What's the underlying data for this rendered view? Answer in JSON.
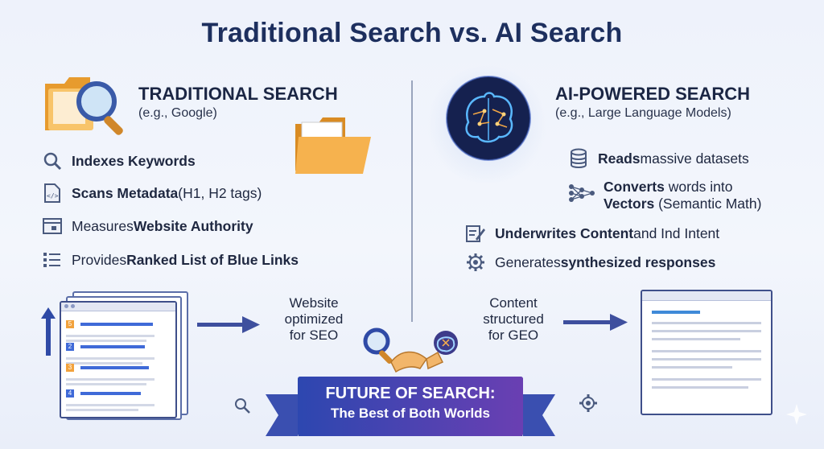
{
  "title": "Traditional Search vs. AI Search",
  "traditional": {
    "heading": "TRADITIONAL SEARCH",
    "subheading": "(e.g., Google)",
    "features": [
      {
        "icon": "magnifier-icon",
        "pre": "",
        "bold": "Indexes Keywords",
        "post": ""
      },
      {
        "icon": "code-document-icon",
        "pre": "",
        "bold": "Scans Metadata",
        "post": " (H1, H2 tags)"
      },
      {
        "icon": "browser-window-icon",
        "pre": "Measures ",
        "bold": "Website Authority",
        "post": ""
      },
      {
        "icon": "checklist-icon",
        "pre": "Provides ",
        "bold": "Ranked List of Blue Links",
        "post": ""
      }
    ],
    "flow_text": [
      "Website",
      "optimized",
      "for SEO"
    ],
    "result_numbers": [
      "5",
      "2",
      "3",
      "4"
    ]
  },
  "ai": {
    "heading": "AI-POWERED SEARCH",
    "subheading": "(e.g., Large Language Models)",
    "features": [
      {
        "icon": "database-icon",
        "pre": "",
        "bold": "Reads",
        "post": " massive datasets"
      },
      {
        "icon": "neural-network-icon",
        "pre": "",
        "bold": "Converts",
        "post": " words into",
        "line2_bold": "Vectors",
        "line2_post": " (Semantic Math)"
      },
      {
        "icon": "edit-document-icon",
        "pre": "",
        "bold": "Underwrites Content",
        "post": " and Ind Intent"
      },
      {
        "icon": "gear-brain-icon",
        "pre": "Generates ",
        "bold": "synthesized responses",
        "post": ""
      }
    ],
    "flow_text": [
      "Content",
      "structured",
      "for GEO"
    ]
  },
  "banner": {
    "line1": "FUTURE OF SEARCH:",
    "line2": "The Best of Both Worlds"
  },
  "colors": {
    "title": "#1d2f5e",
    "folder": "#f5b14a",
    "banner": "#2f4aa6",
    "banner_ribbon": "#6d3fb0",
    "arrow": "#3e4f9e"
  }
}
